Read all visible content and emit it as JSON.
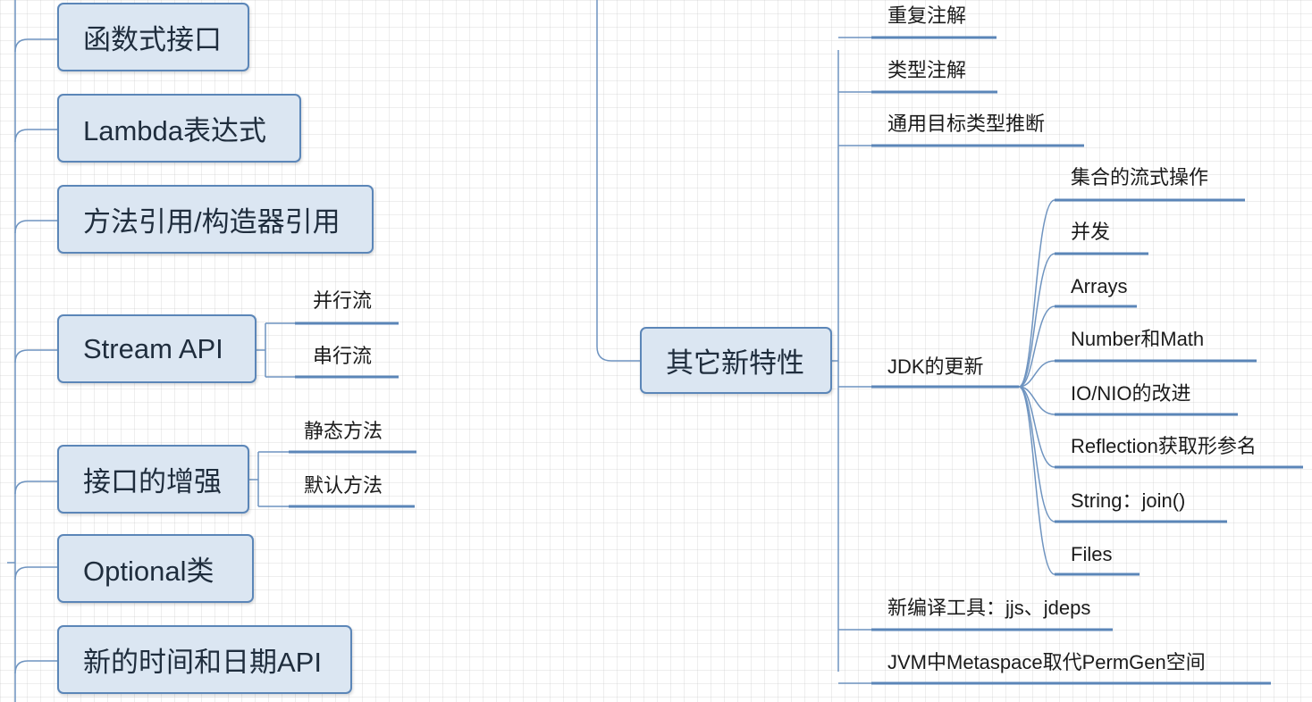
{
  "left_branch": {
    "topics": [
      {
        "label": "函数式接口",
        "children": []
      },
      {
        "label": "Lambda表达式",
        "children": []
      },
      {
        "label": "方法引用/构造器引用",
        "children": []
      },
      {
        "label": "Stream API",
        "children": [
          "并行流",
          "串行流"
        ]
      },
      {
        "label": "接口的增强",
        "children": [
          "静态方法",
          "默认方法"
        ]
      },
      {
        "label": "Optional类",
        "children": []
      },
      {
        "label": "新的时间和日期API",
        "children": []
      }
    ]
  },
  "right_branch": {
    "topic": "其它新特性",
    "items": [
      {
        "label": "重复注解"
      },
      {
        "label": "类型注解"
      },
      {
        "label": "通用目标类型推断"
      },
      {
        "label": "JDK的更新",
        "children": [
          "集合的流式操作",
          "并发",
          "Arrays",
          "Number和Math",
          "IO/NIO的改进",
          "Reflection获取形参名",
          "String：join()",
          "Files"
        ]
      },
      {
        "label": "新编译工具：jjs、jdeps"
      },
      {
        "label": "JVM中Metaspace取代PermGen空间"
      }
    ]
  },
  "colors": {
    "node_fill": "#dbe6f2",
    "node_border": "#5b86b8",
    "connector": "#6f94c0",
    "underline": "#5b86b8"
  }
}
